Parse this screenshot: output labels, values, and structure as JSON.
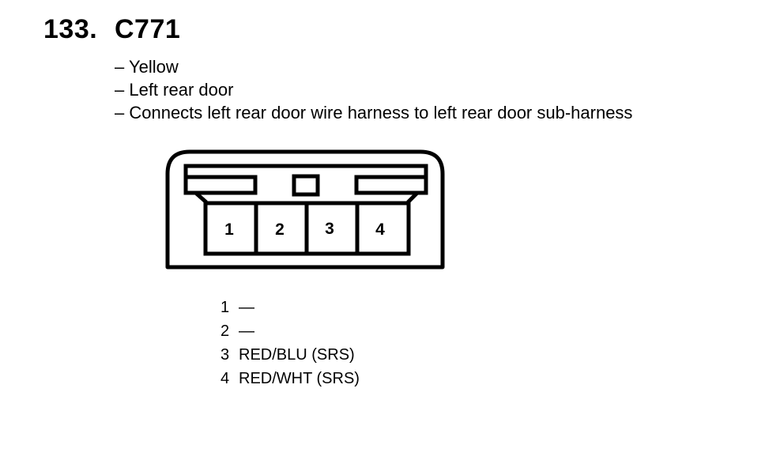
{
  "header": {
    "number": "133.",
    "connector_id": "C771"
  },
  "details": [
    "– Yellow",
    "– Left rear door",
    "– Connects left rear door wire harness to left rear door sub-harness"
  ],
  "connector": {
    "cavities": [
      {
        "label": "1"
      },
      {
        "label": "2"
      },
      {
        "label": "3"
      },
      {
        "label": "4"
      }
    ]
  },
  "pinout": [
    {
      "pin": "1",
      "wire": "—"
    },
    {
      "pin": "2",
      "wire": "—"
    },
    {
      "pin": "3",
      "wire": "RED/BLU (SRS)"
    },
    {
      "pin": "4",
      "wire": "RED/WHT (SRS)"
    }
  ]
}
